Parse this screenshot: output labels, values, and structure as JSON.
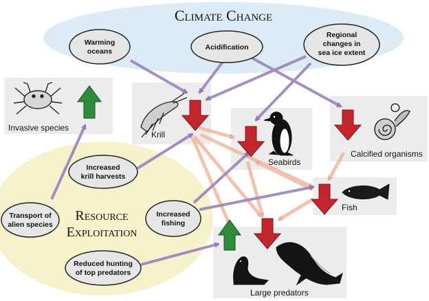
{
  "titles": {
    "climate": "Climate Change",
    "resource_line1": "Resource",
    "resource_line2": "Exploitation"
  },
  "drivers": {
    "warming": [
      "Warming",
      "oceans"
    ],
    "acidification": [
      "Acidification"
    ],
    "sea_ice": [
      "Regional",
      "changes in",
      "sea ice extent"
    ],
    "krill_harvest": [
      "Increased",
      "krill harvests"
    ],
    "fishing": [
      "Increased",
      "fishing"
    ],
    "alien": [
      "Transport of",
      "alien species"
    ],
    "hunting": [
      "Reduced hunting",
      "of top predators"
    ]
  },
  "outcomes": {
    "invasive": "Invasive species",
    "krill": "Krill",
    "seabirds": "Seabirds",
    "calcified": "Calcified organisms",
    "fish": "Fish",
    "large_predators": "Large predators"
  },
  "colors": {
    "climate_ellipse": "#dcebf5",
    "resource_ellipse": "#f6f3cc",
    "node_fill": "#e6e6e6",
    "box_fill": "#ececec",
    "arrow_up": "#2e8b3a",
    "arrow_down": "#c4262e",
    "driver_link": "#9c83bb",
    "trophic_link": "#efb9a0"
  },
  "trends": {
    "invasive": "increase",
    "krill": "decrease",
    "seabirds": "decrease",
    "calcified": "decrease",
    "fish": "decrease",
    "large_predators_a": "increase",
    "large_predators_b": "decrease"
  },
  "icons": [
    "crab-icon",
    "krill-icon",
    "penguin-icon",
    "snail-icon",
    "fish-icon",
    "seal-icon",
    "whale-icon"
  ]
}
